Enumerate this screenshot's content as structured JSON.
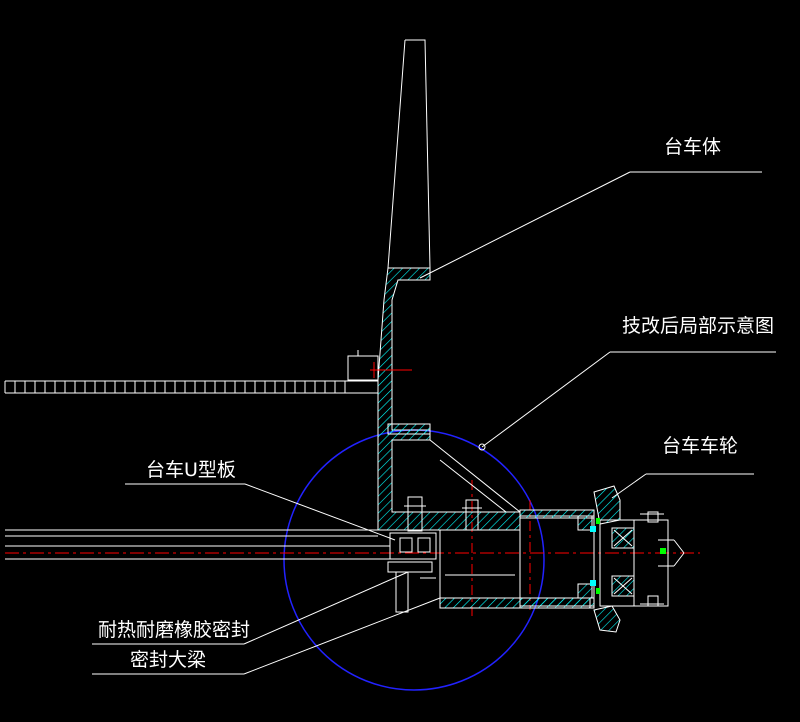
{
  "labels": {
    "car_body": "台车体",
    "schematic": "技改后局部示意图",
    "car_wheel": "台车车轮",
    "u_plate": "台车U型板",
    "rubber_seal": "耐热耐磨橡胶密封",
    "seal_beam": "密封大梁"
  },
  "colors": {
    "background": "#000000",
    "line": "#ffffff",
    "hatch": "#00ffff",
    "centerline": "#ff0000",
    "circle": "#0000ff",
    "accent_green": "#00ff00",
    "accent_cyan": "#00ffff"
  }
}
